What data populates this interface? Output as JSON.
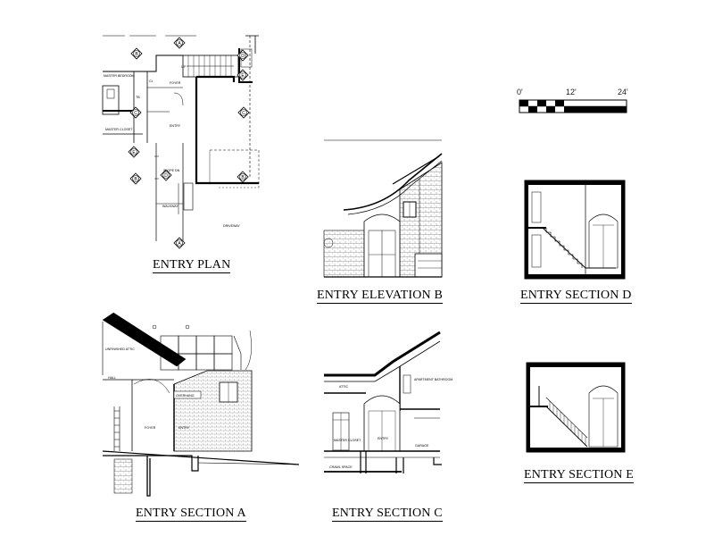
{
  "titles": {
    "entry_plan": "ENTRY PLAN",
    "elevation_b": "ENTRY ELEVATION B",
    "section_d": "ENTRY SECTION D",
    "section_a": "ENTRY SECTION A",
    "section_c": "ENTRY SECTION C",
    "section_e": "ENTRY SECTION E"
  },
  "scale_bar": {
    "labels": [
      "0'",
      "12'",
      "24'"
    ]
  },
  "plan_labels": {
    "master_bedroom": "MASTER BEDROOM",
    "master_closet": "MASTER CLOSET",
    "foyer": "FOYER",
    "entry": "ENTRY",
    "slope_dn": "SLOPE DN",
    "walkway": "WALKWAY",
    "driveway": "DRIVEWAY",
    "up": "UP",
    "cl": "CL",
    "tb": "TB"
  },
  "plan_markers": [
    "A",
    "B",
    "C",
    "D",
    "E"
  ],
  "section_a_labels": {
    "unfinished_attic": "UNFINISHED ATTIC",
    "hall": "HALL",
    "foyer": "FOYER",
    "entry": "ENTRY",
    "overhang": "OVERHANG"
  },
  "section_c_labels": {
    "attic": "ATTIC",
    "apartment_bathroom": "APARTMENT BATHROOM",
    "master_closet": "MASTER CLOSET",
    "entry": "ENTRY",
    "garage": "GARAGE",
    "crawl_space": "CRAWL SPACE"
  }
}
